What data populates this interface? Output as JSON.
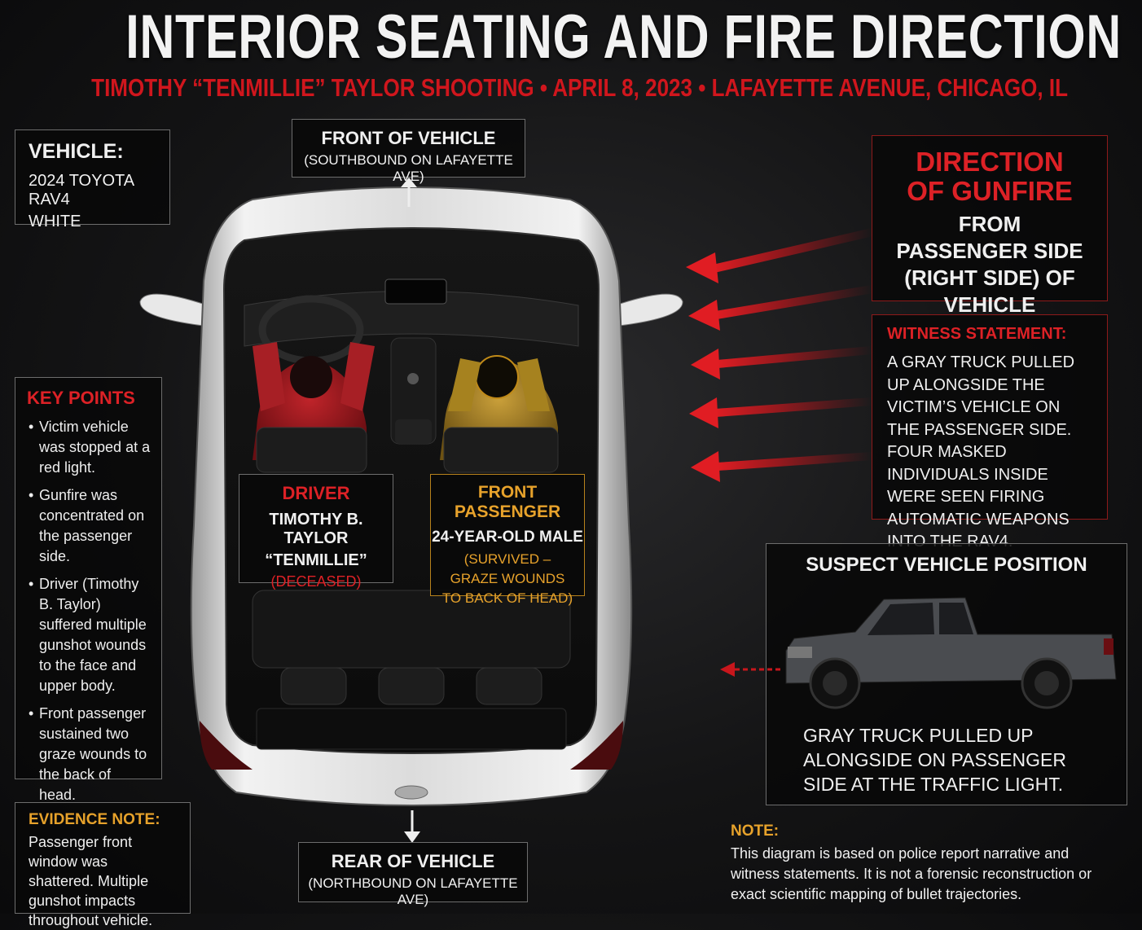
{
  "title": "INTERIOR SEATING AND FIRE DIRECTION",
  "subtitle": "TIMOTHY “TENMILLIE” TAYLOR SHOOTING • APRIL 8, 2023 • LAFAYETTE AVENUE, CHICAGO, IL",
  "vehicle": {
    "label": "VEHICLE:",
    "model": "2024 TOYOTA RAV4",
    "color": "WHITE"
  },
  "front": {
    "title": "FRONT OF VEHICLE",
    "sub": "(SOUTHBOUND ON LAFAYETTE AVE)"
  },
  "rear": {
    "title": "REAR OF VEHICLE",
    "sub": "(NORTHBOUND ON LAFAYETTE AVE)"
  },
  "key_points": {
    "title": "KEY POINTS",
    "items": [
      "Victim vehicle was stopped at a red light.",
      "Gunfire was concentrated on the passenger side.",
      "Driver (Timothy B. Taylor) suffered multiple gunshot wounds to the face and upper body.",
      "Front passenger sustained two graze wounds to the back of head."
    ]
  },
  "evidence": {
    "title": "EVIDENCE NOTE:",
    "text": "Passenger front window was shattered. Multiple gunshot impacts throughout vehicle."
  },
  "driver": {
    "role": "DRIVER",
    "name": "TIMOTHY B. TAYLOR",
    "alias": "“TENMILLIE”",
    "status": "(DECEASED)"
  },
  "passenger": {
    "role": "FRONT PASSENGER",
    "desc": "24-YEAR-OLD MALE",
    "status": "(SURVIVED – GRAZE WOUNDS TO BACK OF HEAD)"
  },
  "gunfire": {
    "title_line1": "DIRECTION",
    "title_line2": "OF GUNFIRE",
    "text": "FROM PASSENGER SIDE (RIGHT SIDE) OF VEHICLE"
  },
  "witness": {
    "title": "WITNESS STATEMENT:",
    "text": "A GRAY TRUCK PULLED UP ALONGSIDE THE VICTIM’S VEHICLE ON THE PASSENGER SIDE. FOUR MASKED INDIVIDUALS INSIDE WERE SEEN FIRING AUTOMATIC WEAPONS INTO THE RAV4."
  },
  "suspect": {
    "title": "SUSPECT VEHICLE POSITION",
    "text": "GRAY TRUCK PULLED UP ALONGSIDE ON PASSENGER SIDE AT THE TRAFFIC LIGHT."
  },
  "note": {
    "title": "NOTE:",
    "text": "This diagram is based on police report narrative and witness statements. It is not a forensic reconstruction or exact scientific mapping of bullet trajectories."
  },
  "colors": {
    "accent_red": "#dd2126",
    "accent_gold": "#e7a22b",
    "background": "#141415"
  },
  "icons": [
    "arrow-up-icon",
    "arrow-down-icon",
    "gunfire-arrow-icon",
    "car-top-view-icon",
    "pickup-truck-icon"
  ]
}
